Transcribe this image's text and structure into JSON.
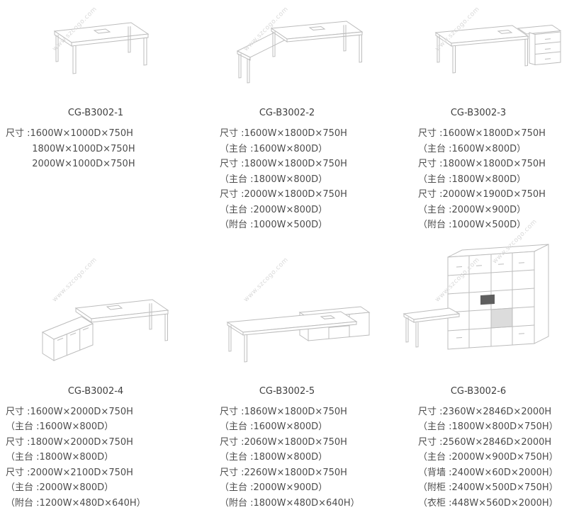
{
  "watermark": "www.szcogo.com",
  "products": [
    {
      "model": "CG-B3002-1",
      "specs": [
        "尺寸 :1600W×1000D×750H",
        "         1800W×1000D×750H",
        "         2000W×1000D×750H"
      ]
    },
    {
      "model": "CG-B3002-2",
      "specs": [
        "尺寸 :1600W×1800D×750H",
        "（主台 :1600W×800D）",
        "尺寸 :1800W×1800D×750H",
        "（主台 :1800W×800D）",
        "尺寸 :2000W×1800D×750H",
        "（主台 :2000W×800D）",
        "（附台 :1000W×500D）"
      ]
    },
    {
      "model": "CG-B3002-3",
      "specs": [
        "尺寸 :1600W×1800D×750H",
        "（主台 :1600W×800D）",
        "尺寸 :1800W×1800D×750H",
        "（主台 :1800W×800D）",
        "尺寸 :2000W×1900D×750H",
        "（主台 :2000W×900D）",
        "（附台 :1000W×500D）"
      ]
    },
    {
      "model": "CG-B3002-4",
      "specs": [
        "尺寸 :1600W×2000D×750H",
        "（主台 :1600W×800D）",
        "尺寸 :1800W×2000D×750H",
        "（主台 :1800W×800D）",
        "尺寸 :2000W×2100D×750H",
        "（主台 :2000W×800D）",
        "（附台 :1200W×480D×640H）"
      ]
    },
    {
      "model": "CG-B3002-5",
      "specs": [
        "尺寸 :1860W×1800D×750H",
        "（主台 :1600W×800D）",
        "尺寸 :2060W×1800D×750H",
        "（主台 :1800W×800D）",
        "尺寸 :2260W×1800D×750H",
        "（主台 :2000W×900D）",
        "（附台 :1800W×480D×640H）"
      ]
    },
    {
      "model": "CG-B3002-6",
      "specs": [
        "尺寸 :2360W×2846D×2000H",
        "（主台 :1800W×800D×750H）",
        "尺寸 :2560W×2846D×2000H",
        "（主台 :2000W×900D×750H）",
        "（背墙 :2400W×60D×2000H）",
        "（附柜 :2400W×500D×750H）",
        "（衣柜 :448W×560D×2000H）"
      ]
    }
  ]
}
